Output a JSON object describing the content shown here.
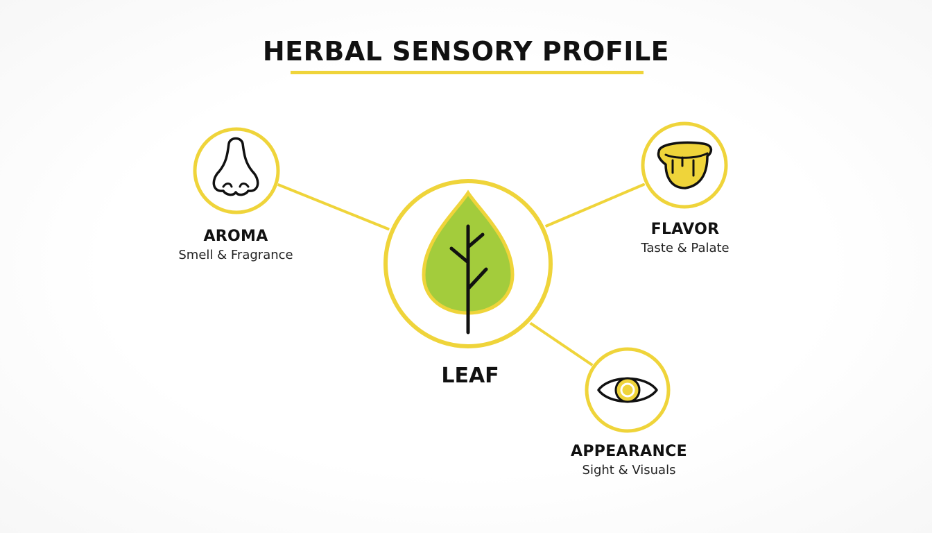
{
  "title": "HERBAL SENSORY PROFILE",
  "colors": {
    "accent": "#efd43a",
    "leaf_fill": "#a3cc3c",
    "icon_stroke": "#111111",
    "background": "#ffffff"
  },
  "center": {
    "label": "LEAF",
    "icon": "leaf-icon"
  },
  "nodes": {
    "aroma": {
      "name": "AROMA",
      "subtitle": "Smell & Fragrance",
      "icon": "nose-icon"
    },
    "flavor": {
      "name": "FLAVOR",
      "subtitle": "Taste & Palate",
      "icon": "honey-drip-icon"
    },
    "appearance": {
      "name": "APPEARANCE",
      "subtitle": "Sight & Visuals",
      "icon": "eye-icon"
    }
  }
}
